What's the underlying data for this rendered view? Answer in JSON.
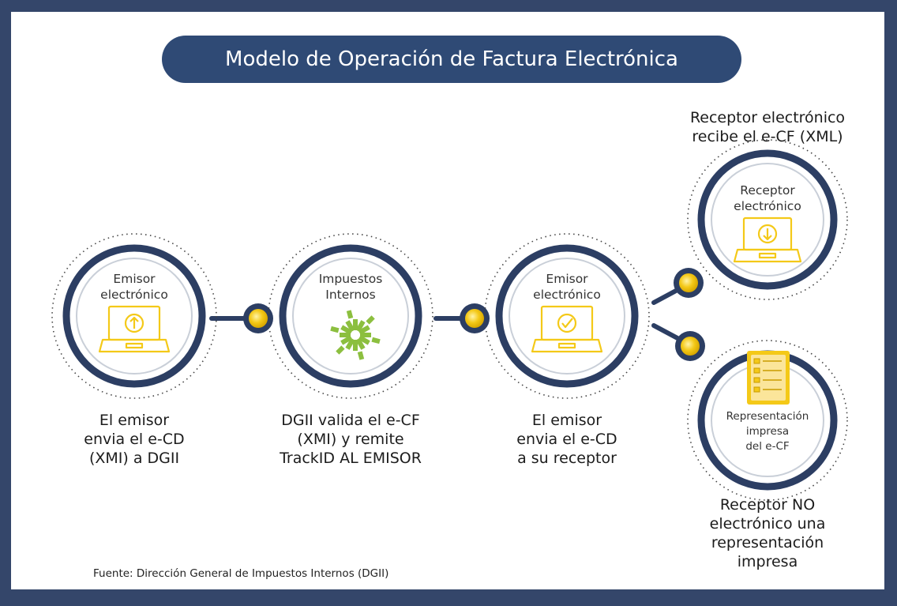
{
  "title": "Modelo de Operación de Factura Electrónica",
  "nodes": {
    "emisor_1": {
      "lines": [
        "Emisor",
        "electrónico"
      ],
      "icon": "laptop-upload-icon"
    },
    "dgii": {
      "lines": [
        "Impuestos",
        "Internos"
      ],
      "icon": "dgii-sun-logo"
    },
    "emisor_2": {
      "lines": [
        "Emisor",
        "electrónico"
      ],
      "icon": "laptop-check-icon"
    },
    "receptor": {
      "lines": [
        "Receptor",
        "electrónico"
      ],
      "icon": "laptop-download-icon"
    },
    "representacion": {
      "lines": [
        "Representación",
        "impresa",
        "del e-CF"
      ],
      "icon": "document-list-icon"
    }
  },
  "captions": {
    "step1": [
      "El emisor",
      "envia el e-CD",
      "(XMI) a DGII"
    ],
    "step2": [
      "DGII valida el e-CF",
      "(XMI) y remite",
      "TrackID AL EMISOR"
    ],
    "step3": [
      "El emisor",
      "envia el e-CD",
      "a su receptor"
    ],
    "receptor_top": [
      "Receptor electrónico",
      "recibe el e-CF (XML)"
    ],
    "receptor_bottom": [
      "Receptor NO",
      "electrónico una",
      "representación",
      "impresa"
    ]
  },
  "source": "Fuente: Dirección General de Impuestos Internos (DGII)",
  "colors": {
    "frame": "#34466a",
    "pill": "#2f4a75",
    "ring": "#2c3e63",
    "accent": "#f4c918",
    "green": "#8cbf3f"
  }
}
